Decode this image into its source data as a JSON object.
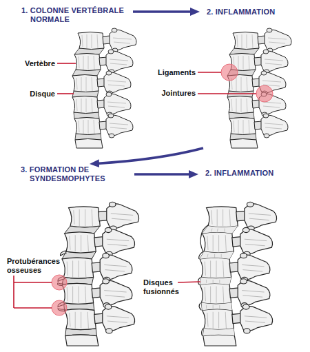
{
  "diagram": {
    "nodes": [
      {
        "text": [
          "1. COLONNE VERTÉBRALE NORMALE"
        ]
      },
      {
        "text": [
          "2. INFLAMMATION"
        ]
      },
      {
        "text": [
          "3. FORMATION DE SYNDESMOPHYTES"
        ]
      },
      {
        "text": [
          "2. INFLAMMATION"
        ]
      }
    ],
    "edges": [
      {
        "from": 0,
        "to": 1,
        "arrow": "to"
      },
      {
        "from": 1,
        "to": 2,
        "arrow": "to"
      },
      {
        "from": 2,
        "to": 3,
        "arrow": "to"
      }
    ],
    "labels": [
      "Vertèbre",
      "Disque",
      "Ligaments",
      "Jointures",
      "Protubérances osseuses",
      "Disques fusionnés"
    ]
  }
}
